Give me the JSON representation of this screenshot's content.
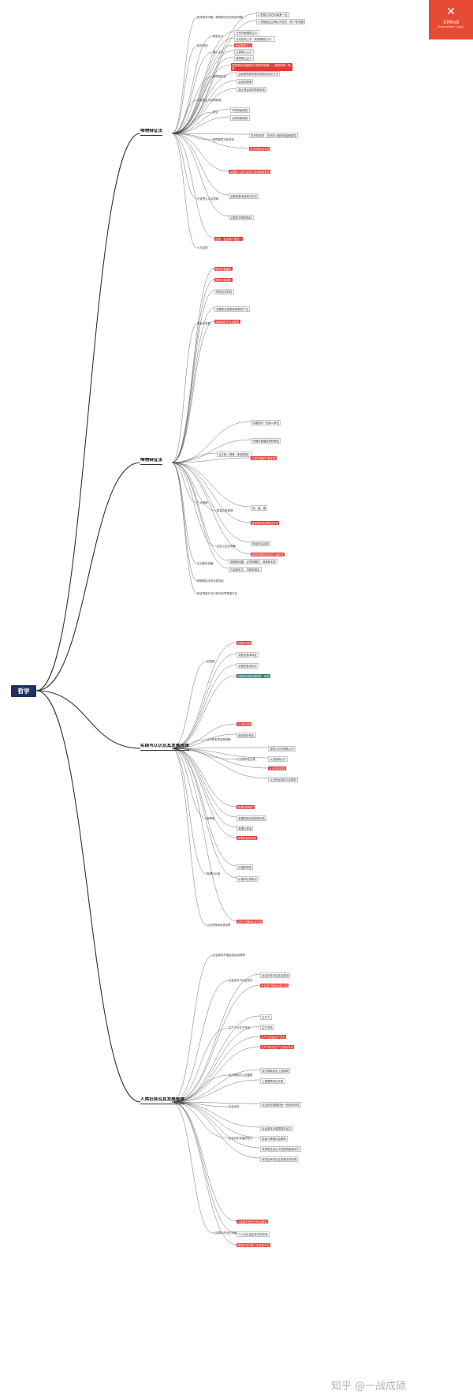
{
  "root": "哲学",
  "badge": {
    "icon": "xmind-x-icon",
    "title": "XMind",
    "subtitle": "Evaluation Copy"
  },
  "watermark": "知乎 @一战成硕",
  "colors": {
    "red": "#e53935",
    "root": "#1f2f63",
    "dark": "#2e7d74",
    "line": "#333333"
  },
  "branches": [
    {
      "label": "唯物辩证法"
    },
    {
      "label": "唯物辩证法"
    },
    {
      "label": "实践与认识及其发展规律"
    },
    {
      "label": "人类社会及其发展规律"
    }
  ],
  "nodes": [
    {
      "text": "哲学基本问题（思维和存在关系的问题）",
      "s": "plain"
    },
    {
      "text": "1.思维与存在何者第一性",
      "s": "box"
    },
    {
      "text": "2.思维能否正确认识存在（同一性问题）",
      "s": "box"
    },
    {
      "text": "哲学派别",
      "s": "plain"
    },
    {
      "text": "唯物主义",
      "s": "plain"
    },
    {
      "text": "古代朴素唯物主义",
      "s": "box"
    },
    {
      "text": "近代形而上学（机械唯物主义）",
      "s": "box"
    },
    {
      "text": "辩证唯物主义",
      "s": "red"
    },
    {
      "text": "唯心主义",
      "s": "plain"
    },
    {
      "text": "主观唯心主义",
      "s": "box"
    },
    {
      "text": "客观唯心主义",
      "s": "box"
    },
    {
      "text": "马克思主义的物质观",
      "s": "plain"
    },
    {
      "text": "物质是标志客观实在的哲学范畴——物质的唯一特性",
      "s": "red"
    },
    {
      "text": "物质的形态",
      "s": "plain"
    },
    {
      "text": "运动是物质的根本属性和存在方式",
      "s": "box"
    },
    {
      "text": "运动的规律",
      "s": "box"
    },
    {
      "text": "静止是运动的特殊状态",
      "s": "box"
    },
    {
      "text": "时空",
      "s": "plain"
    },
    {
      "text": "时间的客观性",
      "s": "box"
    },
    {
      "text": "空间的客观性",
      "s": "box"
    },
    {
      "text": "物质和意识的关系",
      "s": "plain"
    },
    {
      "text": "意识的本质：意识是人脑的机能和属性",
      "s": "box"
    },
    {
      "text": "意识的能动作用",
      "s": "red"
    },
    {
      "text": "马克思主义实践观",
      "s": "plain"
    },
    {
      "text": "实践是人类社会存在的基础和根本",
      "s": "red"
    },
    {
      "text": "实践的基本结构与形式",
      "s": "box"
    },
    {
      "text": "实践的本质和特征",
      "s": "box"
    },
    {
      "text": "人与自然",
      "s": "plain"
    },
    {
      "text": "自然、社会和人的统一",
      "s": "red"
    },
    {
      "text": "联系与发展",
      "s": "plain"
    },
    {
      "text": "联系的普遍性",
      "s": "red"
    },
    {
      "text": "联系的客观性",
      "s": "red"
    },
    {
      "text": "联系的多样性",
      "s": "box"
    },
    {
      "text": "发展的实质是新事物的产生",
      "s": "box"
    },
    {
      "text": "新事物的不可战胜性",
      "s": "red"
    },
    {
      "text": "三大规律",
      "s": "plain"
    },
    {
      "text": "对立统一规律（矛盾规律）",
      "s": "box"
    },
    {
      "text": "矛盾的同一性和斗争性",
      "s": "box"
    },
    {
      "text": "矛盾的普遍性和特殊性",
      "s": "box"
    },
    {
      "text": "主要矛盾和次要矛盾",
      "s": "red"
    },
    {
      "text": "质量互变规律",
      "s": "plain"
    },
    {
      "text": "质、量、度",
      "s": "box"
    },
    {
      "text": "量变和质变的辩证关系",
      "s": "red"
    },
    {
      "text": "否定之否定规律",
      "s": "plain"
    },
    {
      "text": "辩证的否定观",
      "s": "box"
    },
    {
      "text": "事物发展的前进性与曲折性",
      "s": "red"
    },
    {
      "text": "五对基本范畴",
      "s": "plain"
    },
    {
      "text": "原因和结果、必然和偶然、现象和本质",
      "s": "box"
    },
    {
      "text": "内容和形式、可能和现实",
      "s": "box"
    },
    {
      "text": "唯物辩证法的本质特征",
      "s": "plain"
    },
    {
      "text": "辩证思维方法与现代科学思维方法",
      "s": "plain"
    },
    {
      "text": "实践观",
      "s": "plain"
    },
    {
      "text": "实践的本质",
      "s": "red"
    },
    {
      "text": "实践的基本特征",
      "s": "box"
    },
    {
      "text": "实践的基本形式",
      "s": "box"
    },
    {
      "text": "实践是检验真理的唯一标准",
      "s": "dark"
    },
    {
      "text": "认识的本质及其规律",
      "s": "plain"
    },
    {
      "text": "认识的本质",
      "s": "red"
    },
    {
      "text": "能动的反映论",
      "s": "box"
    },
    {
      "text": "认识的辩证过程",
      "s": "plain"
    },
    {
      "text": "感性认识与理性认识",
      "s": "box"
    },
    {
      "text": "从实践到认识",
      "s": "box"
    },
    {
      "text": "从认识到实践",
      "s": "red"
    },
    {
      "text": "认识的反复性与无限性",
      "s": "box"
    },
    {
      "text": "真理观",
      "s": "plain"
    },
    {
      "text": "真理的客观性",
      "s": "red"
    },
    {
      "text": "真理的绝对性和相对性",
      "s": "box"
    },
    {
      "text": "真理与谬误",
      "s": "box"
    },
    {
      "text": "真理的检验标准",
      "s": "red"
    },
    {
      "text": "真理与价值",
      "s": "plain"
    },
    {
      "text": "价值的特性",
      "s": "box"
    },
    {
      "text": "价值评价的特点",
      "s": "box"
    },
    {
      "text": "认识世界和改造世界",
      "s": "plain"
    },
    {
      "text": "必然王国和自由王国",
      "s": "red"
    },
    {
      "text": "社会基本矛盾及其运动规律",
      "s": "plain"
    },
    {
      "text": "社会存在与社会意识",
      "s": "plain"
    },
    {
      "text": "社会存在决定社会意识",
      "s": "box"
    },
    {
      "text": "社会意识的相对独立性",
      "s": "red"
    },
    {
      "text": "生产力与生产关系",
      "s": "plain"
    },
    {
      "text": "生产力",
      "s": "box"
    },
    {
      "text": "生产关系",
      "s": "box"
    },
    {
      "text": "生产力决定生产关系",
      "s": "red"
    },
    {
      "text": "生产关系对生产力的反作用",
      "s": "red"
    },
    {
      "text": "经济基础与上层建筑",
      "s": "plain"
    },
    {
      "text": "经济基础决定上层建筑",
      "s": "box"
    },
    {
      "text": "上层建筑的反作用",
      "s": "box"
    },
    {
      "text": "社会形态",
      "s": "plain"
    },
    {
      "text": "社会形态更替的统一性和多样性",
      "s": "box"
    },
    {
      "text": "社会历史发展的动力",
      "s": "plain"
    },
    {
      "text": "社会基本矛盾是根本动力",
      "s": "box"
    },
    {
      "text": "阶级斗争和社会革命",
      "s": "box"
    },
    {
      "text": "改革是社会主义发展的直接动力",
      "s": "box"
    },
    {
      "text": "科学技术在社会发展中的作用",
      "s": "box"
    },
    {
      "text": "人民群众在历史发展中的作用",
      "s": "plain"
    },
    {
      "text": "人民群众是历史的创造者",
      "s": "red"
    },
    {
      "text": "个人在社会历史中的作用",
      "s": "box"
    },
    {
      "text": "唯物史观与唯心史观的对立",
      "s": "red"
    }
  ]
}
